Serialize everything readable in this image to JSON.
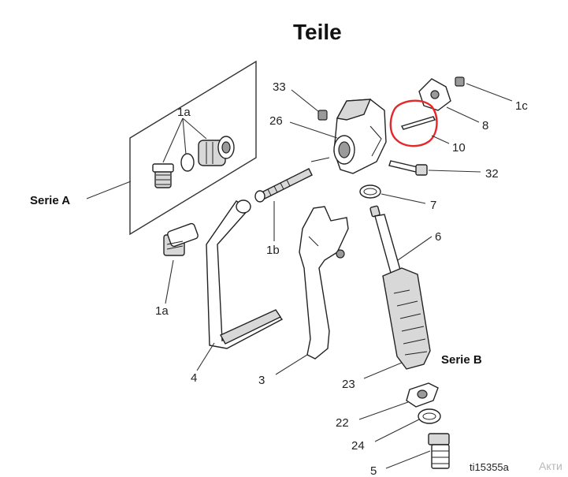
{
  "title": "Teile",
  "series_labels": {
    "a": "Serie A",
    "b": "Serie B"
  },
  "part_labels": {
    "p33": "33",
    "p26": "26",
    "p1a_top": "1a",
    "p1a_bottom": "1a",
    "p1b": "1b",
    "p1c": "1c",
    "p8": "8",
    "p10": "10",
    "p32": "32",
    "p7": "7",
    "p6": "6",
    "p4": "4",
    "p3": "3",
    "p23": "23",
    "p22": "22",
    "p24": "24",
    "p5": "5"
  },
  "reference_code": "ti15355a",
  "watermark_text": "Акти",
  "colors": {
    "highlight": "#e8262a"
  }
}
